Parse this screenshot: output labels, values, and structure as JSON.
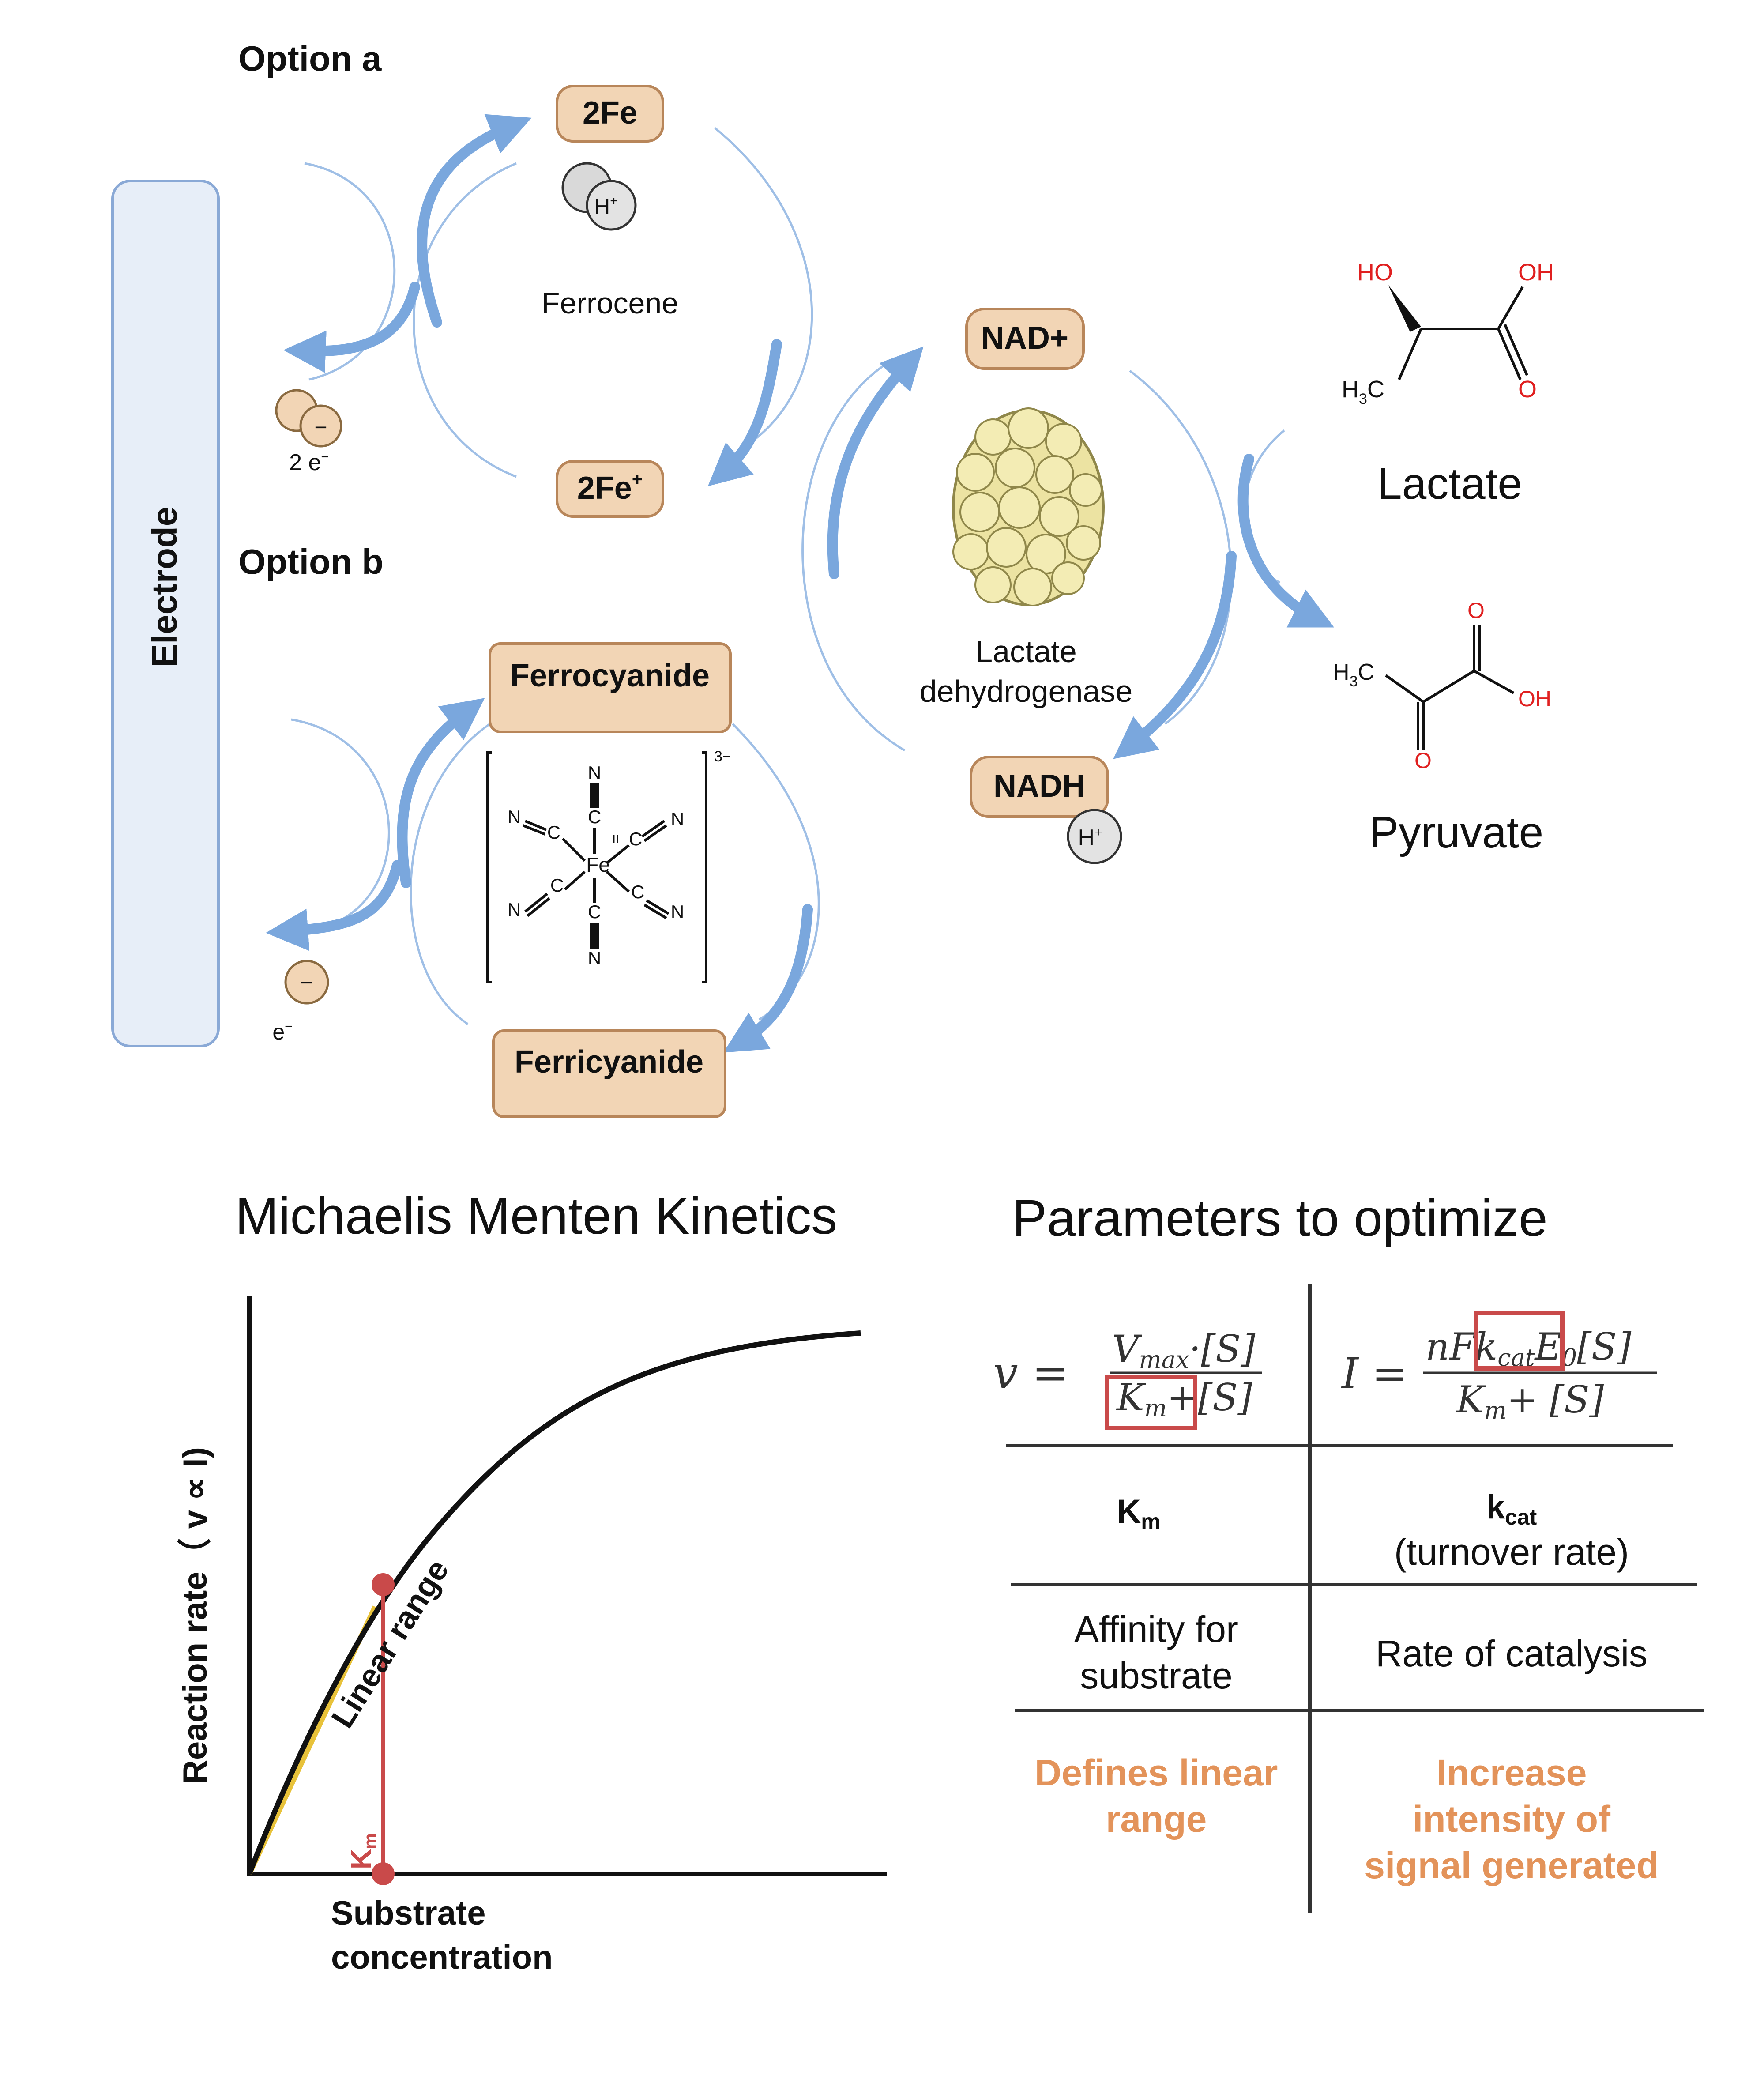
{
  "top": {
    "option_a": "Option a",
    "option_b": "Option b",
    "electrode": "Electrode",
    "two_fe": "2Fe",
    "two_fe_plus": "2Fe",
    "plus_sup": "+",
    "ferrocene": "Ferrocene",
    "h_plus": "H",
    "two_e": "2 e",
    "e_minus": "e",
    "minus": "−",
    "ferrocyanide": "Ferrocyanide",
    "ferricyanide": "Ferricyanide",
    "charge": "3−",
    "nad_plus": "NAD+",
    "nadh": "NADH",
    "enzyme": [
      "Lactate",
      "dehydrogenase"
    ],
    "lactate": "Lactate",
    "pyruvate": "Pyruvate",
    "atoms": {
      "ho": "HO",
      "oh": "OH",
      "o": "O",
      "h3c": "H",
      "three": "3",
      "c": "C",
      "n": "N",
      "fe": "Fe",
      "ii": "II"
    }
  },
  "mm": {
    "title": "Michaelis Menten Kinetics",
    "ylabel": "Reaction rate（ v ∝ I)",
    "xlabel": [
      "Substrate",
      "concentration"
    ],
    "linear_range": "Linear range",
    "km": "K",
    "km_sub": "m"
  },
  "params": {
    "title": "Parameters to optimize",
    "eq1": {
      "lhs": "v =",
      "num": "V",
      "num_sub": "max",
      "num_rest": "·[S]",
      "den_km": "K",
      "den_sub": "m",
      "den_rest": "+[S]"
    },
    "eq2": {
      "lhs": "I =",
      "num_a": "nF",
      "kcat": "k",
      "kcat_sub": "cat",
      "num_b": "E",
      "num_b_sub": "0",
      "num_c": "[S]",
      "den": "K",
      "den_sub": "m",
      "den_rest": "+ [S]"
    },
    "col1": {
      "head": "K",
      "head_sub": "m",
      "row1": [
        "Affinity for",
        "substrate"
      ],
      "row2": [
        "Defines linear",
        "range"
      ]
    },
    "col2": {
      "head": "k",
      "head_sub": "cat",
      "head2": "(turnover rate)",
      "row1": "Rate of catalysis",
      "row2": [
        "Increase",
        "intensity of",
        "signal generated"
      ]
    }
  },
  "chart_data": {
    "type": "line",
    "title": "Michaelis Menten Kinetics",
    "xlabel": "Substrate concentration",
    "ylabel": "Reaction rate（ v ∝ I)",
    "series": [],
    "annotations": [
      "Linear range",
      "Km"
    ]
  },
  "colors": {
    "arrow": "#7aa7dd",
    "pill": "#f2d5b5",
    "accent_red": "#c94a4a",
    "accent_orange": "#e3935a",
    "highlight": "#e8c23a"
  }
}
